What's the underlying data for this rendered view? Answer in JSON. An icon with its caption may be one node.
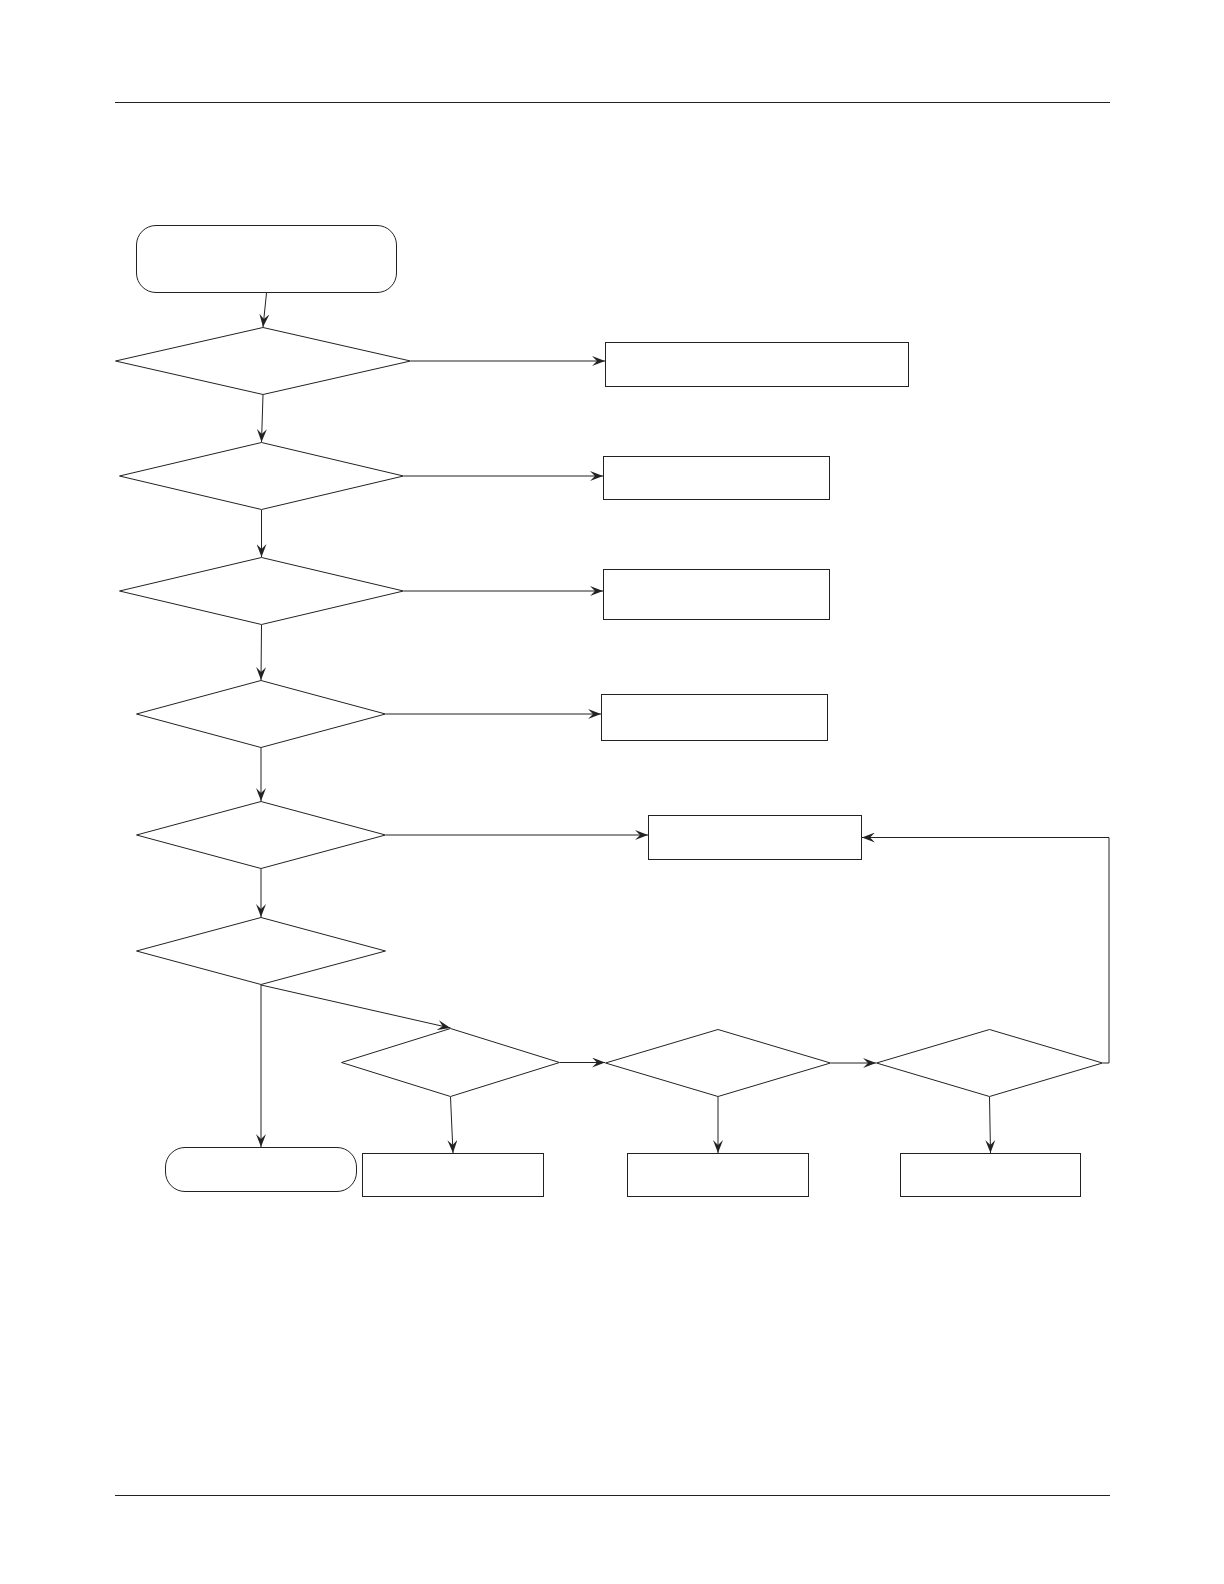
{
  "diagram": {
    "nodes": [
      {
        "text": [],
        "shape": "terminal"
      },
      {
        "text": [],
        "shape": "diamond"
      },
      {
        "text": [],
        "shape": "box"
      },
      {
        "text": [],
        "shape": "diamond"
      },
      {
        "text": [],
        "shape": "box"
      },
      {
        "text": [],
        "shape": "diamond"
      },
      {
        "text": [],
        "shape": "box"
      },
      {
        "text": [],
        "shape": "diamond"
      },
      {
        "text": [],
        "shape": "box"
      },
      {
        "text": [],
        "shape": "diamond"
      },
      {
        "text": [],
        "shape": "box"
      },
      {
        "text": [],
        "shape": "diamond"
      },
      {
        "text": [],
        "shape": "diamond"
      },
      {
        "text": [],
        "shape": "diamond"
      },
      {
        "text": [],
        "shape": "diamond"
      },
      {
        "text": [],
        "shape": "terminal"
      },
      {
        "text": [],
        "shape": "box"
      },
      {
        "text": [],
        "shape": "box"
      },
      {
        "text": [],
        "shape": "box"
      }
    ],
    "edges": [
      {
        "from": 0,
        "to": 1,
        "arrow": "to"
      },
      {
        "from": 1,
        "to": 2,
        "arrow": "to"
      },
      {
        "from": 1,
        "to": 3,
        "arrow": "to"
      },
      {
        "from": 3,
        "to": 4,
        "arrow": "to"
      },
      {
        "from": 3,
        "to": 5,
        "arrow": "to"
      },
      {
        "from": 5,
        "to": 6,
        "arrow": "to"
      },
      {
        "from": 5,
        "to": 7,
        "arrow": "to"
      },
      {
        "from": 7,
        "to": 8,
        "arrow": "to"
      },
      {
        "from": 7,
        "to": 9,
        "arrow": "to"
      },
      {
        "from": 9,
        "to": 10,
        "arrow": "to"
      },
      {
        "from": 9,
        "to": 11,
        "arrow": "to"
      },
      {
        "from": 11,
        "to": 12,
        "arrow": "to"
      },
      {
        "from": 12,
        "to": 13,
        "arrow": "to"
      },
      {
        "from": 13,
        "to": 14,
        "arrow": "to"
      },
      {
        "from": 14,
        "to": 10,
        "arrow": "to"
      },
      {
        "from": 11,
        "to": 15,
        "arrow": "to"
      },
      {
        "from": 12,
        "to": 16,
        "arrow": "to"
      },
      {
        "from": 13,
        "to": 17,
        "arrow": "to"
      },
      {
        "from": 14,
        "to": 18,
        "arrow": "to"
      }
    ]
  }
}
